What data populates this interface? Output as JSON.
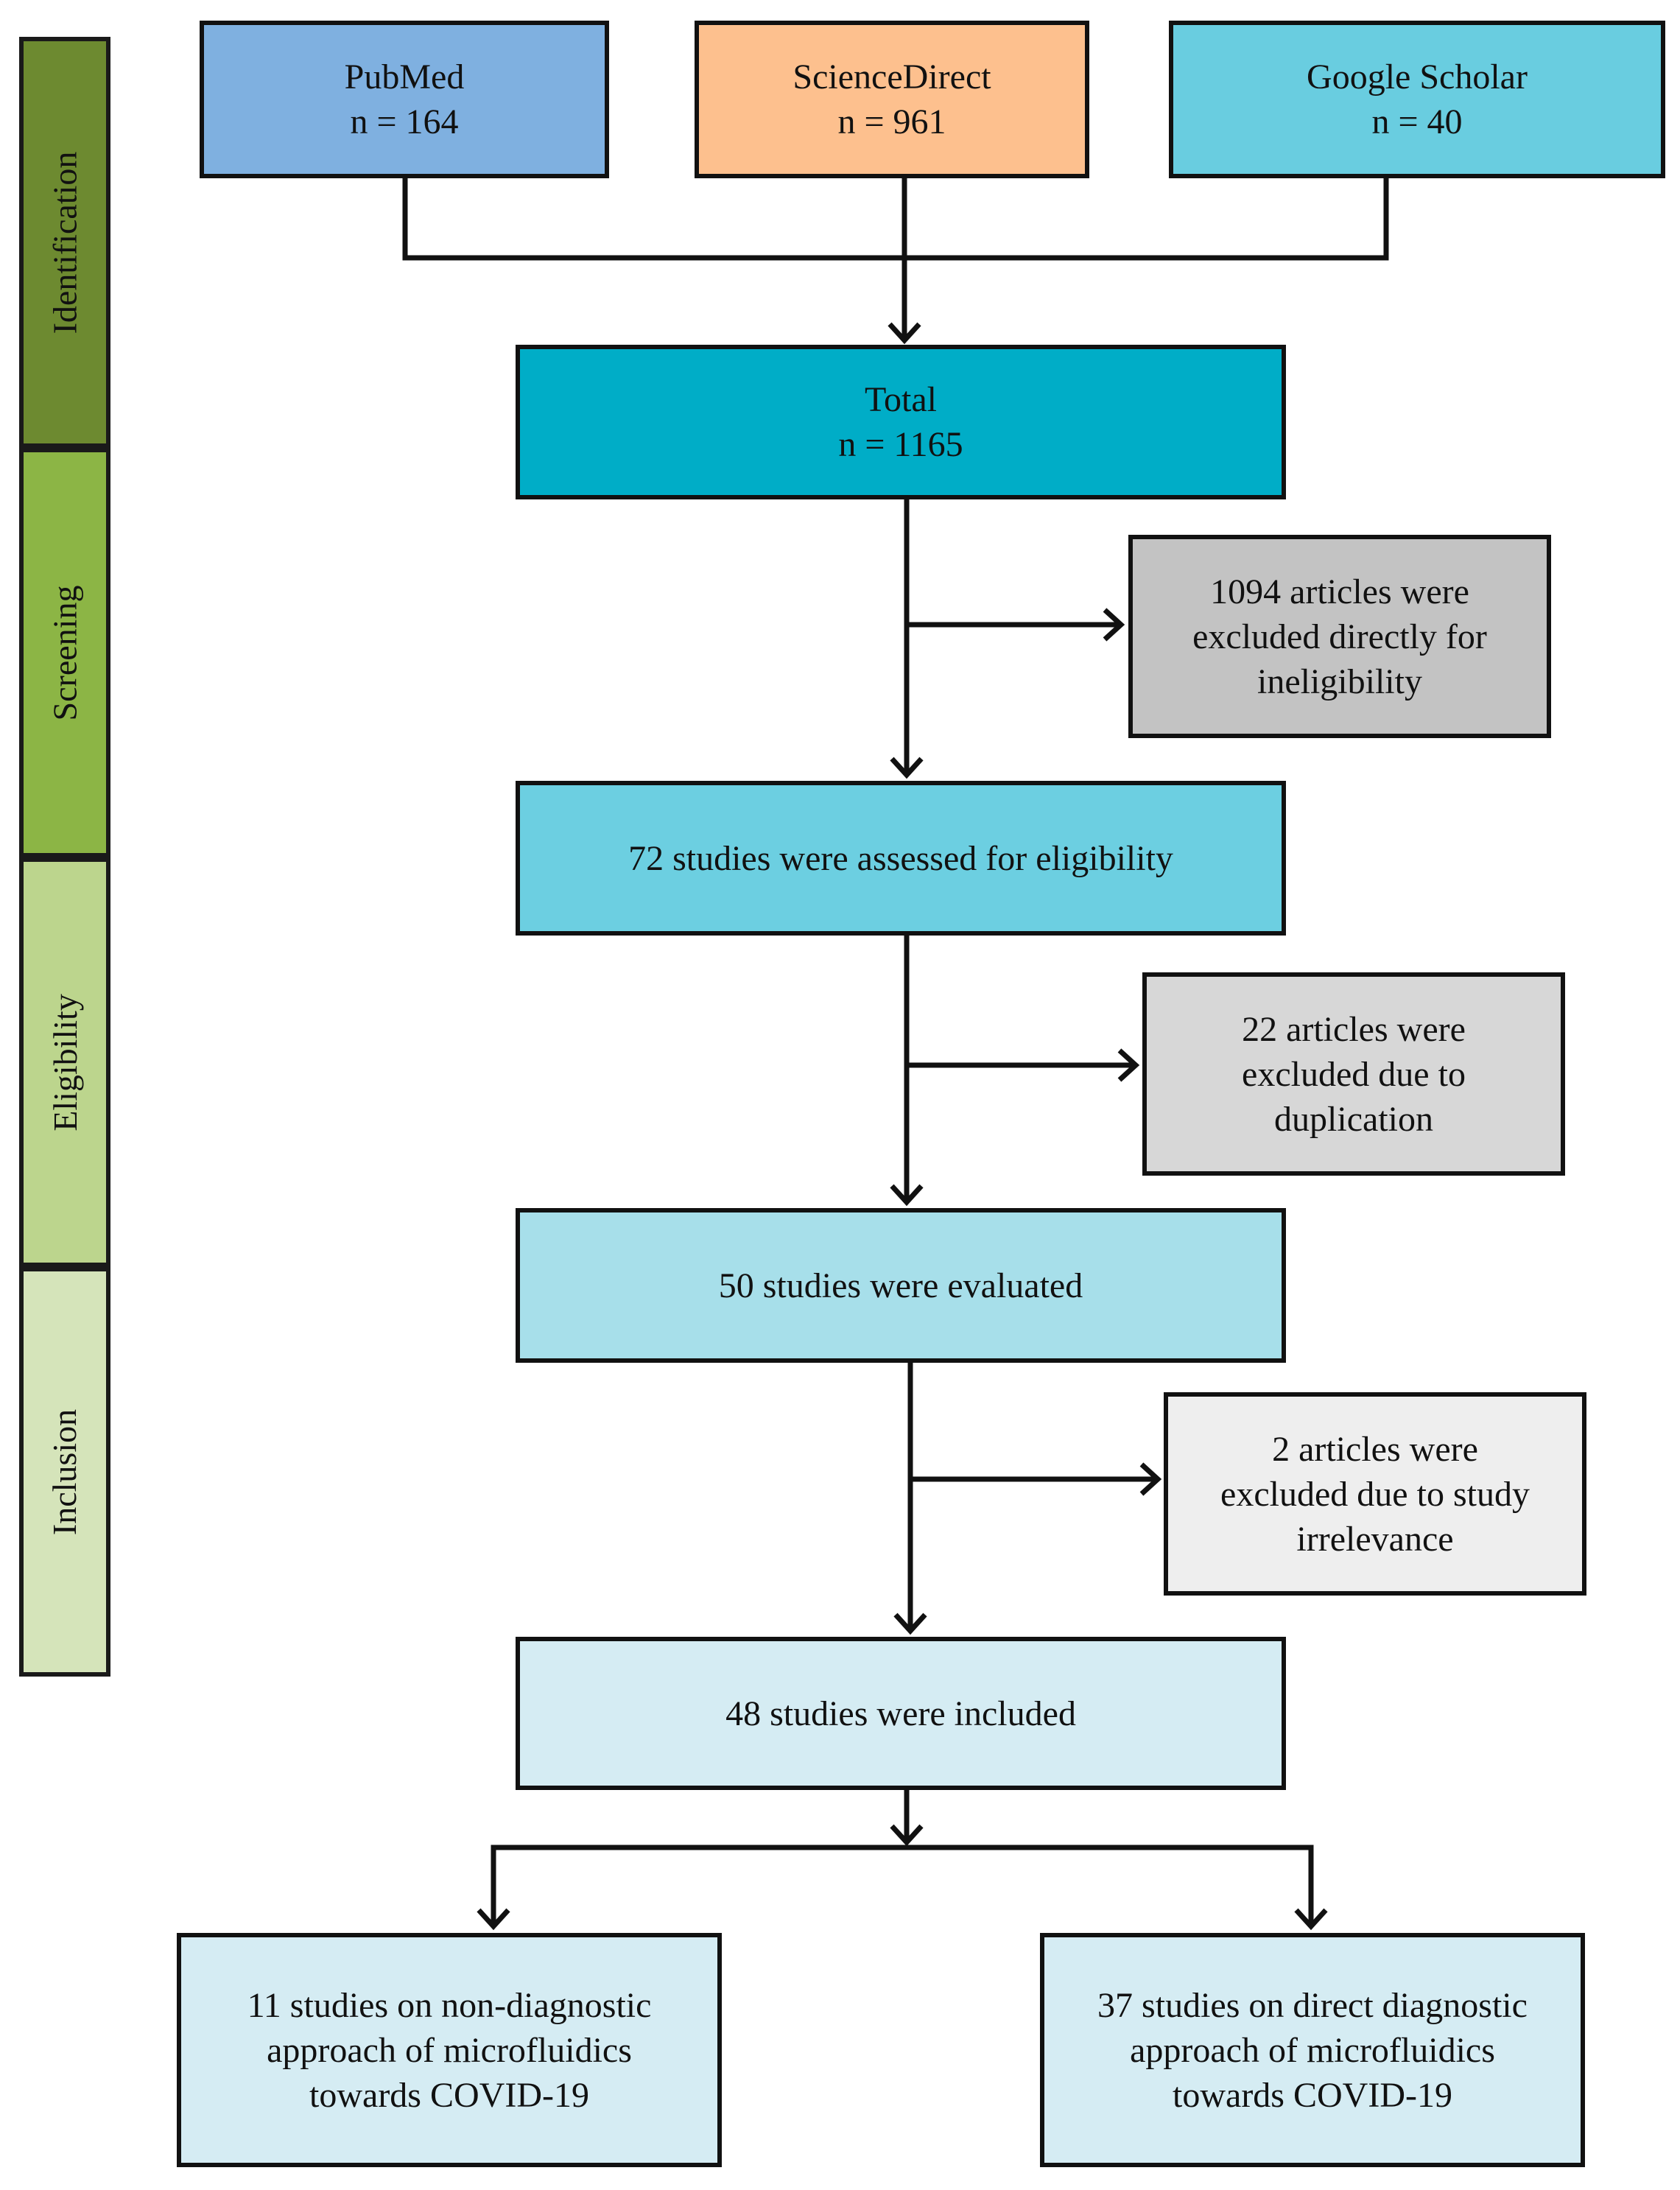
{
  "phases": [
    {
      "label": "Identification",
      "color": "#6d8a30"
    },
    {
      "label": "Screening",
      "color": "#8cb545"
    },
    {
      "label": "Eligibility",
      "color": "#bcd58d"
    },
    {
      "label": "Inclusion",
      "color": "#d5e4ba"
    }
  ],
  "sources": [
    {
      "name": "PubMed",
      "count": "n = 164",
      "color": "#7fb0e0"
    },
    {
      "name": "ScienceDirect",
      "count": "n = 961",
      "color": "#fdc08e"
    },
    {
      "name": "Google Scholar",
      "count": "n = 40",
      "color": "#69cde0"
    }
  ],
  "total": {
    "label": "Total",
    "count": "n = 1165",
    "color": "#00adc7"
  },
  "exclusions": [
    {
      "lines": [
        "1094 articles were",
        "excluded directly for",
        "ineligibility"
      ],
      "color": "#c3c3c3"
    },
    {
      "lines": [
        "22 articles were",
        "excluded due to",
        "duplication"
      ],
      "color": "#d7d7d7"
    },
    {
      "lines": [
        "2 articles were",
        "excluded due to study",
        "irrelevance"
      ],
      "color": "#eeeeee"
    }
  ],
  "stages": [
    {
      "label": "72 studies were assessed for eligibility",
      "color": "#6ccfe1"
    },
    {
      "label": "50 studies were evaluated",
      "color": "#a7dfea"
    },
    {
      "label": "48 studies were included",
      "color": "#d5ecf3"
    }
  ],
  "outcomes": [
    {
      "lines": [
        "11 studies on non-diagnostic",
        "approach of microfluidics",
        "towards COVID-19"
      ],
      "color": "#d5ecf3"
    },
    {
      "lines": [
        "37 studies on direct diagnostic",
        "approach of microfluidics",
        "towards COVID-19"
      ],
      "color": "#d5ecf3"
    }
  ]
}
